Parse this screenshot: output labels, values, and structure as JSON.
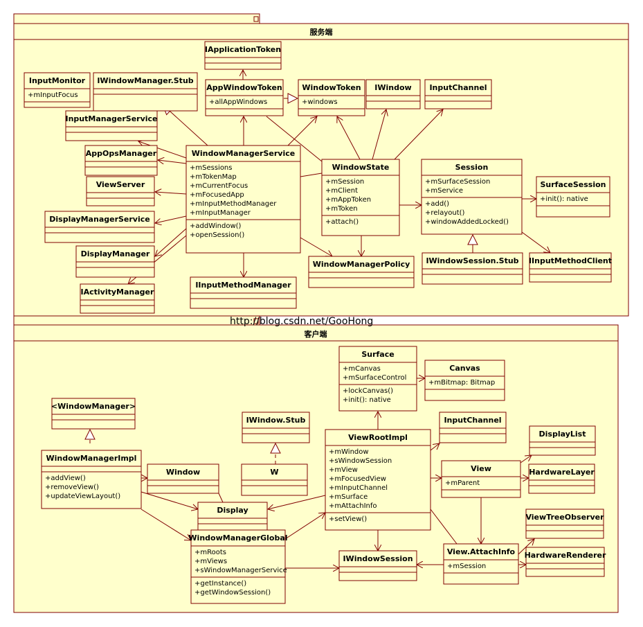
{
  "packages": {
    "server": "服务端",
    "client": "客户端"
  },
  "watermark": "http://blog.csdn.net/GooHong",
  "classes": {
    "IApplicationToken": {
      "name": "IApplicationToken",
      "attrs": [],
      "ops": []
    },
    "InputMonitor": {
      "name": "InputMonitor",
      "attrs": [
        "+mInputFocus"
      ],
      "ops": []
    },
    "IWindowManagerStub": {
      "name": "IWindowManager.Stub",
      "attrs": [],
      "ops": []
    },
    "AppWindowToken": {
      "name": "AppWindowToken",
      "attrs": [
        "+allAppWindows"
      ],
      "ops": []
    },
    "WindowToken": {
      "name": "WindowToken",
      "attrs": [
        "+windows"
      ],
      "ops": []
    },
    "IWindow": {
      "name": "IWindow",
      "attrs": [],
      "ops": []
    },
    "InputChannelS": {
      "name": "InputChannel",
      "attrs": [],
      "ops": []
    },
    "InputManagerService": {
      "name": "InputManagerService",
      "attrs": [],
      "ops": []
    },
    "AppOpsManager": {
      "name": "AppOpsManager",
      "attrs": [],
      "ops": []
    },
    "WindowManagerService": {
      "name": "WindowManagerService",
      "attrs": [
        "+mSessions",
        "+mTokenMap",
        "+mCurrentFocus",
        "+mFocusedApp",
        "+mInputMethodManager",
        "+mInputManager"
      ],
      "ops": [
        "+addWindow()",
        "+openSession()"
      ]
    },
    "WindowState": {
      "name": "WindowState",
      "attrs": [
        "+mSession",
        "+mClient",
        "+mAppToken",
        "+mToken"
      ],
      "ops": [
        "+attach()"
      ]
    },
    "Session": {
      "name": "Session",
      "attrs": [
        "+mSurfaceSession",
        "+mService"
      ],
      "ops": [
        "+add()",
        "+relayout()",
        "+windowAddedLocked()"
      ]
    },
    "SurfaceSession": {
      "name": "SurfaceSession",
      "attrs": [
        "+init(): native"
      ],
      "ops": []
    },
    "ViewServer": {
      "name": "ViewServer",
      "attrs": [],
      "ops": []
    },
    "DisplayManagerService": {
      "name": "DisplayManagerService",
      "attrs": [],
      "ops": []
    },
    "DisplayManager": {
      "name": "DisplayManager",
      "attrs": [],
      "ops": []
    },
    "IActivityManager": {
      "name": "IActivityManager",
      "attrs": [],
      "ops": []
    },
    "IInputMethodManager": {
      "name": "IInputMethodManager",
      "attrs": [],
      "ops": []
    },
    "WindowManagerPolicy": {
      "name": "WindowManagerPolicy",
      "attrs": [],
      "ops": []
    },
    "IWindowSessionStub": {
      "name": "IWindowSession.Stub",
      "attrs": [],
      "ops": []
    },
    "IInputMethodClient": {
      "name": "IInputMethodClient",
      "attrs": [],
      "ops": []
    },
    "Surface": {
      "name": "Surface",
      "attrs": [
        "+mCanvas",
        "+mSurfaceControl"
      ],
      "ops": [
        "+lockCanvas()",
        "+init(): native"
      ]
    },
    "Canvas": {
      "name": "Canvas",
      "attrs": [
        "+mBitmap: Bitmap"
      ],
      "ops": []
    },
    "WindowManagerIface": {
      "name": "<WindowManager>",
      "attrs": [],
      "ops": []
    },
    "IWindowStub": {
      "name": "IWindow.Stub",
      "attrs": [],
      "ops": []
    },
    "ViewRootImpl": {
      "name": "ViewRootImpl",
      "attrs": [
        "+mWindow",
        "+sWindowSession",
        "+mView",
        "+mFocusedView",
        "+mInputChannel",
        "+mSurface",
        "+mAttachInfo"
      ],
      "ops": [
        "+setView()"
      ]
    },
    "InputChannelC": {
      "name": "InputChannel",
      "attrs": [],
      "ops": []
    },
    "DisplayList": {
      "name": "DisplayList",
      "attrs": [],
      "ops": []
    },
    "WindowManagerImpl": {
      "name": "WindowManagerImpl",
      "attrs": [],
      "ops": [
        "+addView()",
        "+removeView()",
        "+updateViewLayout()"
      ]
    },
    "Window": {
      "name": "Window",
      "attrs": [],
      "ops": []
    },
    "W": {
      "name": "W",
      "attrs": [],
      "ops": []
    },
    "View": {
      "name": "View",
      "attrs": [
        "+mParent"
      ],
      "ops": []
    },
    "HardwareLayer": {
      "name": "HardwareLayer",
      "attrs": [],
      "ops": []
    },
    "Display": {
      "name": "Display",
      "attrs": [],
      "ops": []
    },
    "ViewTreeObserver": {
      "name": "ViewTreeObserver",
      "attrs": [],
      "ops": []
    },
    "WindowManagerGlobal": {
      "name": "WindowManagerGlobal",
      "attrs": [
        "+mRoots",
        "+mViews",
        "+sWindowManagerService"
      ],
      "ops": [
        "+getInstance()",
        "+getWindowSession()"
      ]
    },
    "IWindowSession": {
      "name": "IWindowSession",
      "attrs": [],
      "ops": []
    },
    "ViewAttachInfo": {
      "name": "View.AttachInfo",
      "attrs": [
        "+mSession"
      ],
      "ops": []
    },
    "HardwareRenderer": {
      "name": "HardwareRenderer",
      "attrs": [],
      "ops": []
    }
  }
}
